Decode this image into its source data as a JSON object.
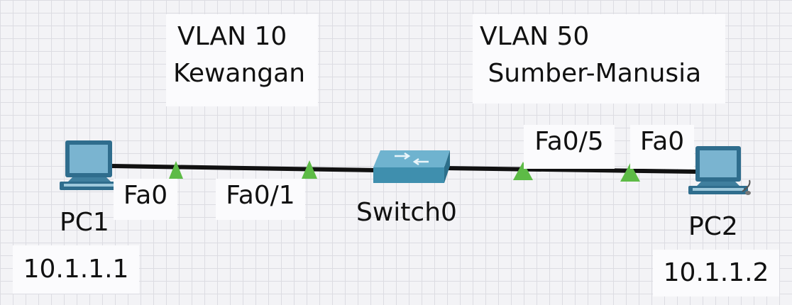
{
  "notes": {
    "vlan10": {
      "line1": "VLAN 10",
      "line2": "Kewangan"
    },
    "vlan50": {
      "line1": "VLAN 50",
      "line2": " Sumber-Manusia"
    }
  },
  "devices": {
    "pc1": {
      "name": "PC1",
      "ip": "10.1.1.1"
    },
    "switch": {
      "name": "Switch0"
    },
    "pc2": {
      "name": "PC2",
      "ip": "10.1.1.2"
    }
  },
  "ports": {
    "pc1_port": "Fa0",
    "switch_port_left": "Fa0/1",
    "switch_port_right": "Fa0/5",
    "pc2_port": "Fa0"
  },
  "links": [
    {
      "from": "PC1",
      "to": "Switch0",
      "from_port": "Fa0",
      "to_port": "Fa0/1",
      "status": "up"
    },
    {
      "from": "Switch0",
      "to": "PC2",
      "from_port": "Fa0/5",
      "to_port": "Fa0",
      "status": "up"
    }
  ],
  "colors": {
    "link": "#111111",
    "link_up": "#5dbb46",
    "switch_body": "#3f8fae",
    "pc_screen": "#7ab4d0"
  }
}
